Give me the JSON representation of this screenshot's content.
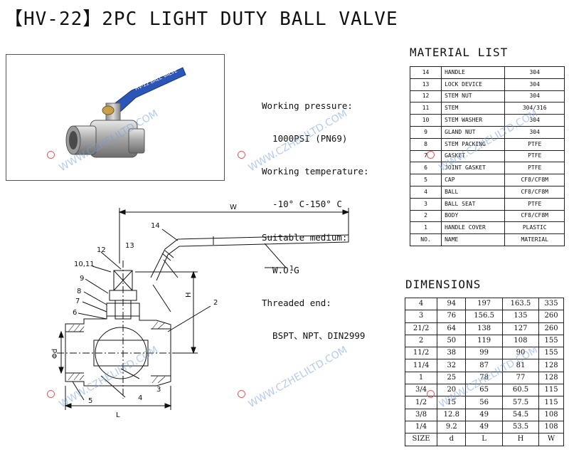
{
  "header": {
    "title": "【HV-22】2PC LIGHT DUTY BALL VALVE"
  },
  "photo": {
    "handle_print": "HV-22  BALL VALVE"
  },
  "specs": {
    "lines": [
      "Working pressure:",
      "  1000PSI (PN69)",
      "Working temperature:",
      "  -10° C-150° C",
      "Suitable medium:",
      "  W.O.G",
      "Threaded end:",
      "  BSPT、NPT、DIN2999"
    ]
  },
  "drawing": {
    "labels": {
      "w": "W",
      "h": "H",
      "l": "L",
      "d": "Φd",
      "c1": "1",
      "c2": "2",
      "c3": "3",
      "c4": "4",
      "c5": "5",
      "c6": "6",
      "c7": "7",
      "c8": "8",
      "c9": "9",
      "c1011": "10,11",
      "c12": "12",
      "c13": "13",
      "c14": "14"
    }
  },
  "material_list": {
    "title": "MATERIAL LIST",
    "rows": [
      [
        "14",
        "HANDLE",
        "304"
      ],
      [
        "13",
        "LOCK DEVICE",
        "304"
      ],
      [
        "12",
        "STEM NUT",
        "304"
      ],
      [
        "11",
        "STEM",
        "304/316"
      ],
      [
        "10",
        "STEM WASHER",
        "304"
      ],
      [
        "9",
        "GLAND NUT",
        "304"
      ],
      [
        "8",
        "STEM PACKING",
        "PTFE"
      ],
      [
        "7",
        "GASKET",
        "PTFE"
      ],
      [
        "6",
        "JOINT GASKET",
        "PTFE"
      ],
      [
        "5",
        "CAP",
        "CF8/CF8M"
      ],
      [
        "4",
        "BALL",
        "CF8/CF8M"
      ],
      [
        "3",
        "BALL SEAT",
        "PTFE"
      ],
      [
        "2",
        "BODY",
        "CF8/CF8M"
      ],
      [
        "1",
        "HANDLE COVER",
        "PLASTIC"
      ],
      [
        "NO.",
        "NAME",
        "MATERIAL"
      ]
    ]
  },
  "dimensions": {
    "title": "DIMENSIONS",
    "rows": [
      [
        "4",
        "94",
        "197",
        "163.5",
        "335"
      ],
      [
        "3",
        "76",
        "156.5",
        "135",
        "260"
      ],
      [
        "21/2",
        "64",
        "138",
        "127",
        "260"
      ],
      [
        "2",
        "50",
        "119",
        "108",
        "155"
      ],
      [
        "11/2",
        "38",
        "99",
        "90",
        "155"
      ],
      [
        "11/4",
        "32",
        "87",
        "81",
        "128"
      ],
      [
        "1",
        "25",
        "78",
        "77",
        "128"
      ],
      [
        "3/4",
        "20",
        "65",
        "60.5",
        "115"
      ],
      [
        "1/2",
        "15",
        "56",
        "57.5",
        "115"
      ],
      [
        "3/8",
        "12.8",
        "49",
        "54.5",
        "108"
      ],
      [
        "1/4",
        "9.2",
        "49",
        "53.5",
        "108"
      ],
      [
        "SIZE",
        "d",
        "L",
        "H",
        "W"
      ]
    ]
  },
  "watermark": {
    "text": "WWW.CZHELILTD.COM"
  }
}
